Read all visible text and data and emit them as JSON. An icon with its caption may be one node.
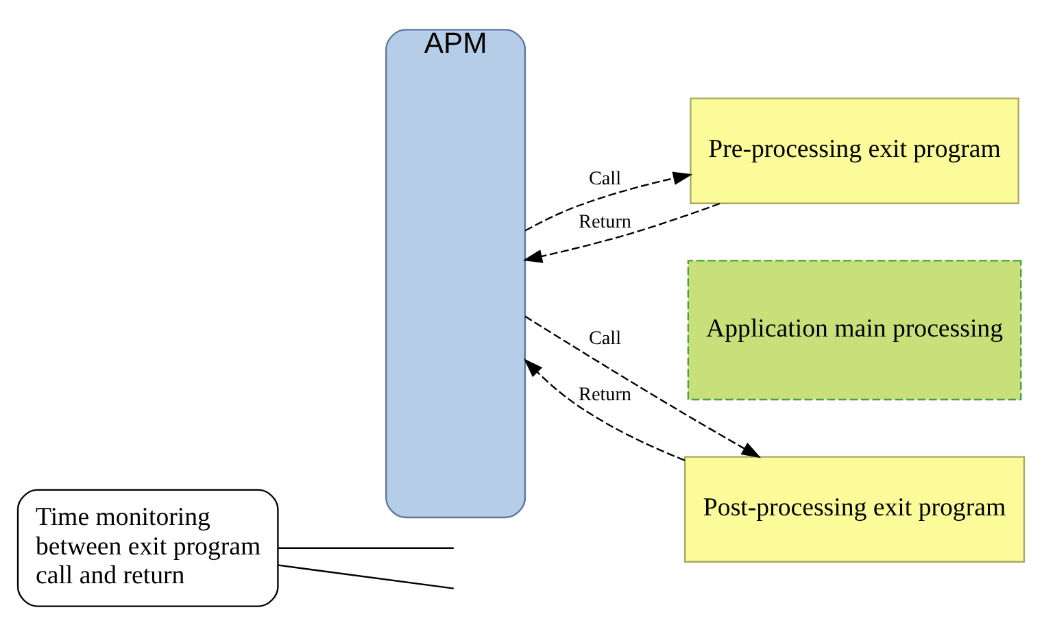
{
  "diagram": {
    "nodes": [
      {
        "text": [
          "APM"
        ]
      },
      {
        "text": [
          "Pre-processing exit program"
        ]
      },
      {
        "text": [
          "Application main processing"
        ]
      },
      {
        "text": [
          "Post-processing exit program"
        ]
      },
      {
        "text": [
          "Time monitoring between exit program call and return"
        ]
      }
    ],
    "edges": [
      {
        "from": 0,
        "to": 1,
        "arrow": "to",
        "label": "Call",
        "style": "dashed"
      },
      {
        "from": 1,
        "to": 0,
        "arrow": "to",
        "label": "Return",
        "style": "dashed"
      },
      {
        "from": 0,
        "to": 3,
        "arrow": "to",
        "label": "Call",
        "style": "dashed"
      },
      {
        "from": 3,
        "to": 0,
        "arrow": "to",
        "label": "Return",
        "style": "dashed"
      },
      {
        "from": 4,
        "to": null,
        "arrow": "none"
      },
      {
        "from": 4,
        "to": null,
        "arrow": "none"
      }
    ]
  }
}
